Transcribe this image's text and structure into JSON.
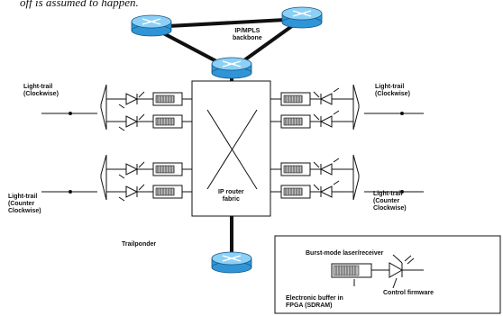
{
  "caption_fragment": "off is assumed to happen.",
  "backbone_label": "IP/MPLS\nbackbone",
  "fabric_label": "IP router\nfabric",
  "trailponder_label": "Trailponder",
  "lt_left_top": "Light-trail\n(Clockwise)",
  "lt_left_bottom": "Light-trail\n(Counter\nClockwise)",
  "lt_right_top": "Light-trail\n(Clockwise)",
  "lt_right_bottom": "Light-trail\n(Counter\nClockwise)",
  "inset_title": "Burst-mode laser/receiver",
  "inset_buffer_label": "Electronic buffer in\nFPGA (SDRAM)",
  "inset_firmware_label": "Control firmware",
  "colors": {
    "router_fill": "#2f95d6",
    "router_light": "#8cd0f5",
    "line": "#111111"
  }
}
